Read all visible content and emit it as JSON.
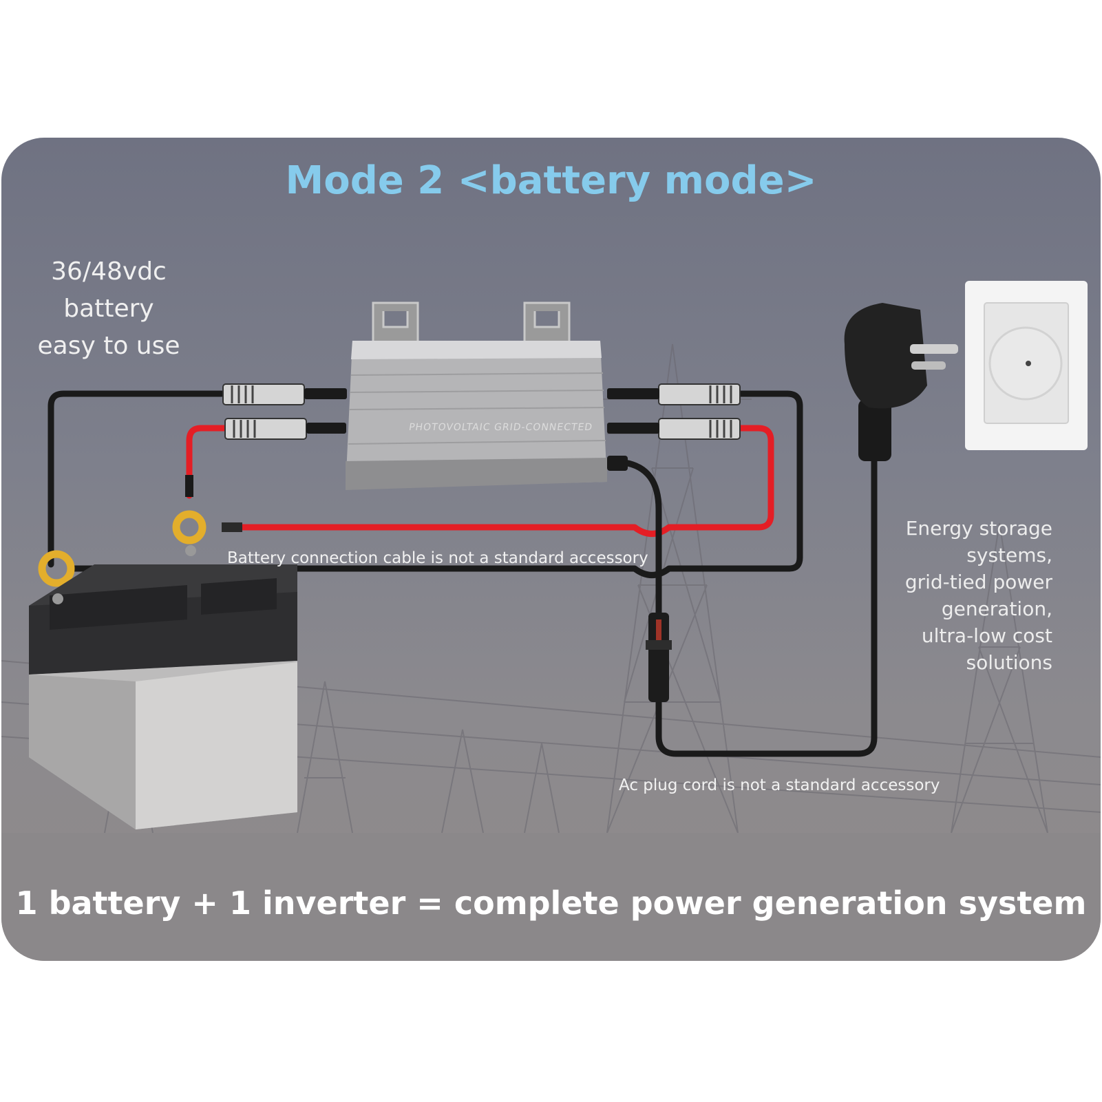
{
  "title": "Mode 2 <battery mode>",
  "battery_text": [
    "36/48vdc",
    "battery",
    "easy to use"
  ],
  "inverter_label": "PHOTOVOLTAIC GRID-CONNECTED",
  "note_battery_cable": "Battery connection cable is not a standard accessory",
  "note_ac_cord": "Ac plug cord is not a standard accessory",
  "right_text": [
    "Energy storage",
    "systems,",
    "grid-tied power",
    "generation,",
    "ultra-low cost",
    "solutions"
  ],
  "bottom_caption": "1 battery + 1 inverter = complete power generation system",
  "colors": {
    "title": "#86cbec",
    "red_cable": "#e41e25",
    "black_cable": "#1a1a1a",
    "terminal_ring": "#e3ae2c"
  }
}
